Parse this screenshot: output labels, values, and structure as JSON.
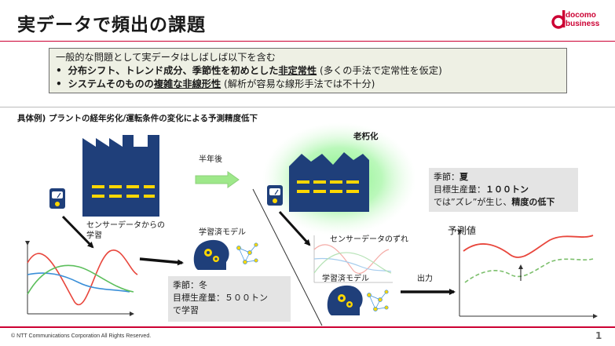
{
  "slide": {
    "title": "実データで頻出の課題",
    "brand": {
      "line1": "docomo",
      "line2": "business",
      "color": "#cc0033"
    },
    "summary": {
      "intro": "一般的な問題として実データはしばしば以下を含む",
      "bullet1": {
        "marker": "•",
        "pre": "分布シフト、トレンド成分、季節性を初めとした",
        "key": "非定常性",
        "note": " (多くの手法で定常性を仮定)"
      },
      "bullet2": {
        "marker": "•",
        "pre": "システムそのものの",
        "key": "複雑な非線形性",
        "note": " (解析が容易な線形手法では不十分)"
      }
    },
    "example_heading": "具体例) プラントの経年劣化/運転条件の変化による予測精度低下",
    "left": {
      "sensor_label_1": "センサーデータからの",
      "sensor_label_2": "学習",
      "model_label": "学習済モデル",
      "info": {
        "line1": "季節：冬",
        "line2": "目標生産量：５００トン",
        "line3": "で学習"
      }
    },
    "transition_label": "半年後",
    "right": {
      "aging_label": "老朽化",
      "info": {
        "season_pre": "季節：",
        "season_val": "夏",
        "target_pre": "目標生産量：",
        "target_val": "１００トン",
        "line3_pre": "では”ズレ”が生じ、",
        "line3_key": "精度の低下"
      },
      "drift_label": "センサーデータのずれ",
      "model_label": "学習済モデル",
      "output_label": "出力",
      "prediction_label": "予測値"
    },
    "footer": "© NTT Communications Corporation All Rights Reserved.",
    "page_number": "1",
    "colors": {
      "accent": "#cc0033",
      "factory": "#1f3f7a",
      "stripe": "#ffd700",
      "glow": "#7cf07c",
      "arrow_green": "#9ee88a",
      "series_red": "#e8463c",
      "series_blue": "#3a8fd8",
      "series_green": "#5cbf5c",
      "prediction_green": "#7cbf6c"
    }
  }
}
